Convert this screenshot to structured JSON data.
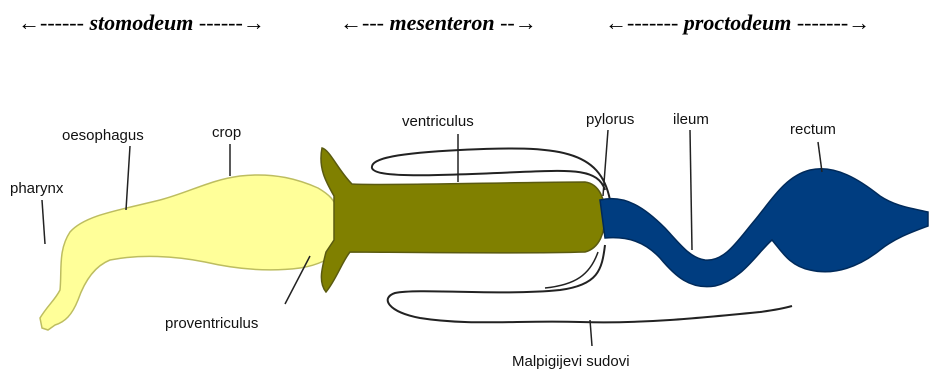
{
  "regions": [
    {
      "left": "←------",
      "name": "stomodeum",
      "right": "------→"
    },
    {
      "left": "←---",
      "name": "mesenteron",
      "right": "--→"
    },
    {
      "left": "←-------",
      "name": "proctodeum",
      "right": "-------→"
    }
  ],
  "labels": {
    "pharynx": "pharynx",
    "oesophagus": "oesophagus",
    "crop": "crop",
    "proventriculus": "proventriculus",
    "ventriculus": "ventriculus",
    "pylorus": "pylorus",
    "ileum": "ileum",
    "rectum": "rectum",
    "malpighian": "Malpigijevi sudovi"
  },
  "colors": {
    "foregut": "#ffff99",
    "midgut": "#808000",
    "hindgut": "#003d80",
    "outline": "#333333"
  }
}
